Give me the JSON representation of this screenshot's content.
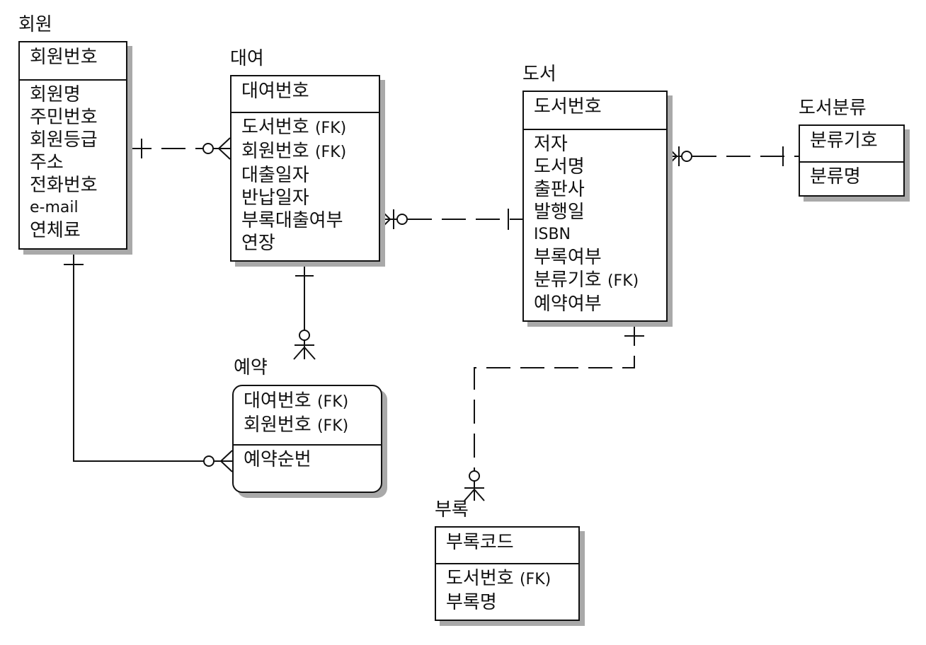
{
  "entities": {
    "member": {
      "title": "회원",
      "pk": [
        "회원번호"
      ],
      "attrs": [
        "회원명",
        "주민번호",
        "회원등급",
        "주소",
        "전화번호",
        "e-mail",
        "연체료"
      ]
    },
    "rental": {
      "title": "대여",
      "pk": [
        "대여번호"
      ],
      "attrs": [
        {
          "name": "도서번호",
          "tag": "(FK)"
        },
        {
          "name": "회원번호",
          "tag": "(FK)"
        },
        "대출일자",
        "반납일자",
        "부록대출여부",
        "연장"
      ]
    },
    "book": {
      "title": "도서",
      "pk": [
        "도서번호"
      ],
      "attrs": [
        "저자",
        "도서명",
        "출판사",
        "발행일",
        "ISBN",
        "부록여부",
        {
          "name": "분류기호",
          "tag": "(FK)"
        },
        "예약여부"
      ]
    },
    "category": {
      "title": "도서분류",
      "pk": [
        "분류기호"
      ],
      "attrs": [
        "분류명"
      ]
    },
    "reservation": {
      "title": "예약",
      "pk": [
        {
          "name": "대여번호",
          "tag": "(FK)"
        },
        {
          "name": "회원번호",
          "tag": "(FK)"
        }
      ],
      "attrs": [
        "예약순번"
      ]
    },
    "appendix": {
      "title": "부록",
      "pk": [
        "부록코드"
      ],
      "attrs": [
        {
          "name": "도서번호",
          "tag": "(FK)"
        },
        "부록명"
      ]
    }
  },
  "relationships": [
    {
      "from": "member",
      "to": "rental",
      "from_end": "one",
      "to_end": "zero-or-many",
      "line": "dashed"
    },
    {
      "from": "rental",
      "to": "book",
      "from_end": "zero-or-many",
      "to_end": "one",
      "line": "dashed"
    },
    {
      "from": "book",
      "to": "category",
      "from_end": "zero-or-many",
      "to_end": "one",
      "line": "dashed"
    },
    {
      "from": "member",
      "to": "reservation",
      "from_end": "one",
      "to_end": "zero-or-many",
      "line": "solid"
    },
    {
      "from": "rental",
      "to": "reservation",
      "from_end": "one",
      "to_end": "zero-or-many",
      "line": "solid"
    },
    {
      "from": "book",
      "to": "appendix",
      "from_end": "one",
      "to_end": "zero-or-many",
      "line": "dashed"
    }
  ]
}
